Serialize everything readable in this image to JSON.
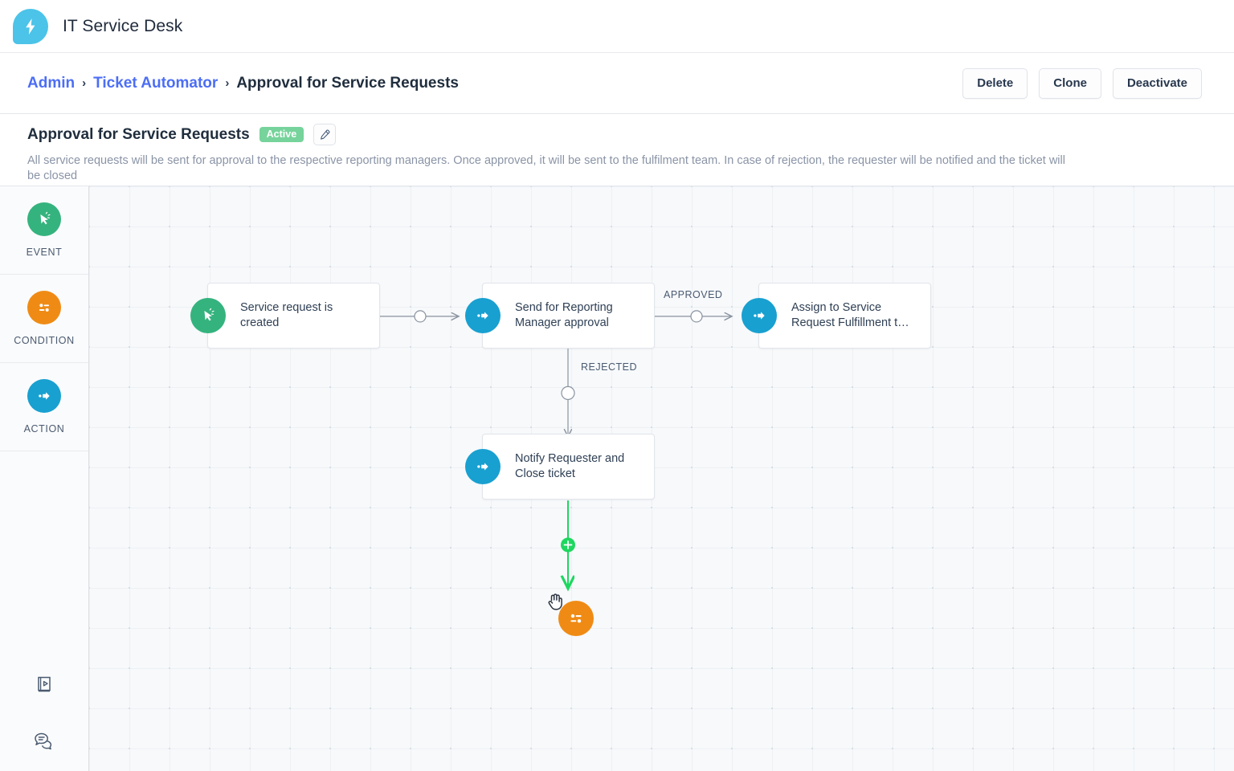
{
  "app": {
    "name": "IT Service Desk",
    "logo_icon": "lightning-bolt-icon",
    "brand_color": "#4cc3e8"
  },
  "breadcrumb": {
    "items": [
      {
        "label": "Admin",
        "link": true
      },
      {
        "label": "Ticket Automator",
        "link": true
      },
      {
        "label": "Approval for Service Requests",
        "link": false
      }
    ],
    "separator": "›",
    "link_color": "#4c6ef5"
  },
  "header_actions": {
    "delete_label": "Delete",
    "clone_label": "Clone",
    "deactivate_label": "Deactivate"
  },
  "flow": {
    "title": "Approval for Service Requests",
    "status_badge": "Active",
    "status_color": "#76d39b",
    "edit_icon": "pencil-icon",
    "description": "All service requests will be sent for approval to the respective reporting managers. Once approved, it will be sent to the fulfilment team. In case of rejection, the requester will be notified and the ticket will be closed"
  },
  "rail": {
    "items": [
      {
        "label": "EVENT",
        "icon": "click-cursor-icon",
        "color": "#35b37e"
      },
      {
        "label": "CONDITION",
        "icon": "sliders-icon",
        "color": "#ef8b15"
      },
      {
        "label": "ACTION",
        "icon": "arrow-action-icon",
        "color": "#18a0d0"
      }
    ],
    "bottom_icons": [
      {
        "name": "guide-book-icon"
      },
      {
        "name": "chat-bubbles-icon"
      }
    ]
  },
  "canvas": {
    "nodes": [
      {
        "id": "n1",
        "label": "Service request is created",
        "type": "event",
        "icon": "click-cursor-icon",
        "color": "#35b37e"
      },
      {
        "id": "n2",
        "label": "Send for Reporting Manager approval",
        "type": "action",
        "icon": "arrow-action-icon",
        "color": "#18a0d0"
      },
      {
        "id": "n3",
        "label": "Assign to Service Request Fulfillment t…",
        "type": "action",
        "icon": "arrow-action-icon",
        "color": "#18a0d0"
      },
      {
        "id": "n4",
        "label": "Notify Requester and Close ticket",
        "type": "action",
        "icon": "arrow-action-icon",
        "color": "#18a0d0"
      }
    ],
    "edge_labels": {
      "approved": "APPROVED",
      "rejected": "REJECTED"
    },
    "drop_target": {
      "add_icon": "plus-icon",
      "highlight_color": "#1ed760"
    },
    "dragged_item": {
      "type": "condition",
      "icon": "sliders-icon",
      "color": "#ef8b15",
      "cursor": "grabbing-hand-cursor"
    }
  }
}
